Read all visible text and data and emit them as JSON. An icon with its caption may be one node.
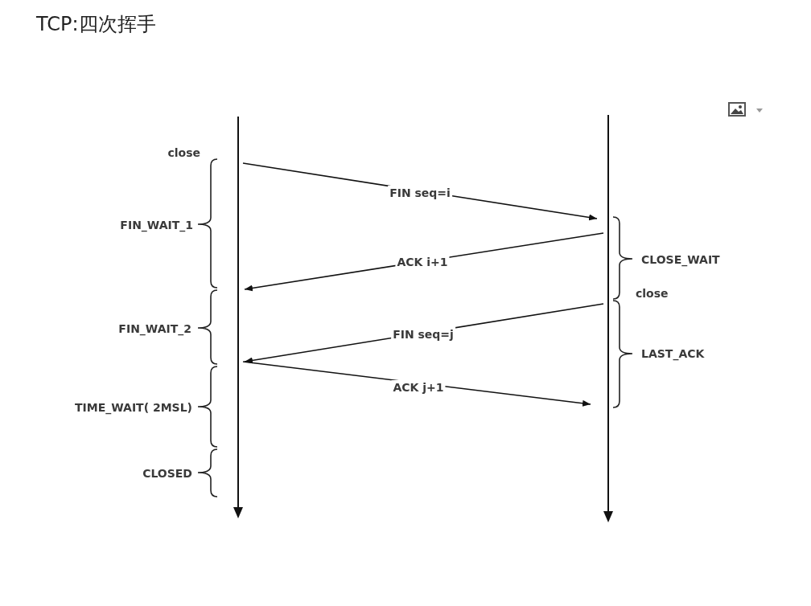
{
  "diagram": {
    "title": "TCP:四次挥手",
    "nodes": [
      {
        "text": [],
        "shape": "line"
      },
      {
        "text": [],
        "shape": "line"
      }
    ],
    "edges": [
      {
        "from": 0,
        "to": 1,
        "arrow": "to",
        "label": "FIN seq=i"
      },
      {
        "from": 1,
        "to": 0,
        "arrow": "to",
        "label": "ACK i+1"
      },
      {
        "from": 1,
        "to": 0,
        "arrow": "to",
        "label": "FIN seq=j"
      },
      {
        "from": 0,
        "to": 1,
        "arrow": "to",
        "label": "ACK j+1"
      }
    ],
    "labels": [
      "close",
      "FIN_WAIT_1",
      "FIN_WAIT_2",
      "TIME_WAIT( 2MSL)",
      "CLOSED",
      "CLOSE_WAIT",
      "close",
      "LAST_ACK"
    ]
  }
}
